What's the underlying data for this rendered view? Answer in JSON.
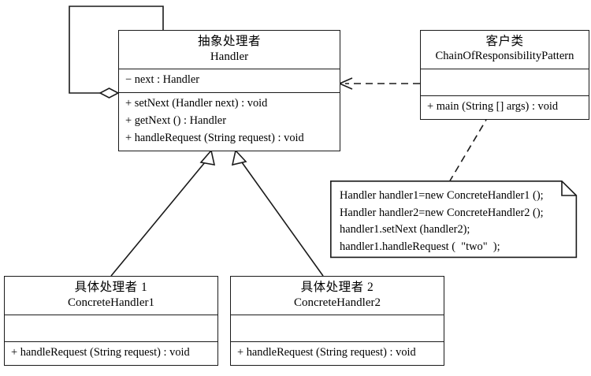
{
  "diagram": {
    "title": "Chain of Responsibility Pattern UML class diagram",
    "background": "#ffffff",
    "line_color": "#1a1a1a"
  },
  "classes": {
    "handler": {
      "name_cn": "抽象处理者",
      "name_en": "Handler",
      "attributes": [
        "− next : Handler"
      ],
      "operations": [
        "+ setNext (Handler next) : void",
        "+ getNext () : Handler",
        "+ handleRequest (String request) : void"
      ]
    },
    "client": {
      "name_cn": "客户类",
      "name_en": "ChainOfResponsibilityPattern",
      "attributes": [],
      "operations": [
        "+ main (String [] args) : void"
      ]
    },
    "concrete1": {
      "name_cn": "具体处理者 1",
      "name_en": "ConcreteHandler1",
      "attributes": [],
      "operations": [
        "+ handleRequest (String request) : void"
      ]
    },
    "concrete2": {
      "name_cn": "具体处理者 2",
      "name_en": "ConcreteHandler2",
      "attributes": [],
      "operations": [
        "+ handleRequest (String request) : void"
      ]
    }
  },
  "note": {
    "lines": [
      "Handler handler1=new ConcreteHandler1 ();",
      "Handler handler2=new ConcreteHandler2 ();",
      "handler1.setNext (handler2);",
      "handler1.handleRequest (  \"two\"  );"
    ]
  },
  "relations": [
    {
      "id": "self-aggregation",
      "type": "aggregation",
      "from": "handler",
      "to": "handler",
      "marker": "hollow-diamond"
    },
    {
      "id": "client-dependency",
      "type": "dependency",
      "from": "client",
      "to": "handler",
      "marker": "open-arrow",
      "style": "dashed"
    },
    {
      "id": "generalization-1",
      "type": "generalization",
      "from": "concrete1",
      "to": "handler",
      "marker": "hollow-triangle"
    },
    {
      "id": "generalization-2",
      "type": "generalization",
      "from": "concrete2",
      "to": "handler",
      "marker": "hollow-triangle"
    },
    {
      "id": "note-anchor",
      "type": "note-link",
      "from": "note",
      "to": "client",
      "style": "dashed"
    }
  ]
}
